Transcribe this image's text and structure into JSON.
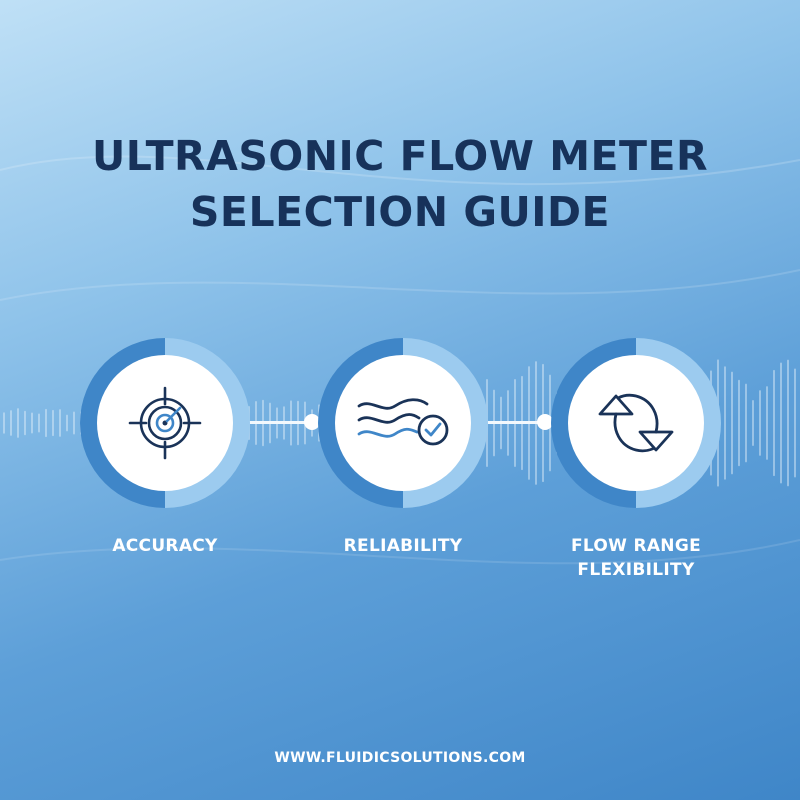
{
  "title": {
    "line1": "ULTRASONIC FLOW METER",
    "line2": "SELECTION GUIDE"
  },
  "features": [
    {
      "label": "ACCURACY",
      "icon": "target-crosshair-icon"
    },
    {
      "label": "RELIABILITY",
      "icon": "waves-check-icon"
    },
    {
      "label_line1": "FLOW RANGE",
      "label_line2": "FLEXIBILITY",
      "icon": "cycle-arrows-icon"
    }
  ],
  "footer": {
    "website": "WWW.FLUIDICSOLUTIONS.COM"
  },
  "colors": {
    "title": "#17325a",
    "icon_stroke": "#1a3358",
    "icon_accent": "#3f86c8",
    "ring_dark": "#3f86c8",
    "ring_light": "#9ccbef"
  }
}
